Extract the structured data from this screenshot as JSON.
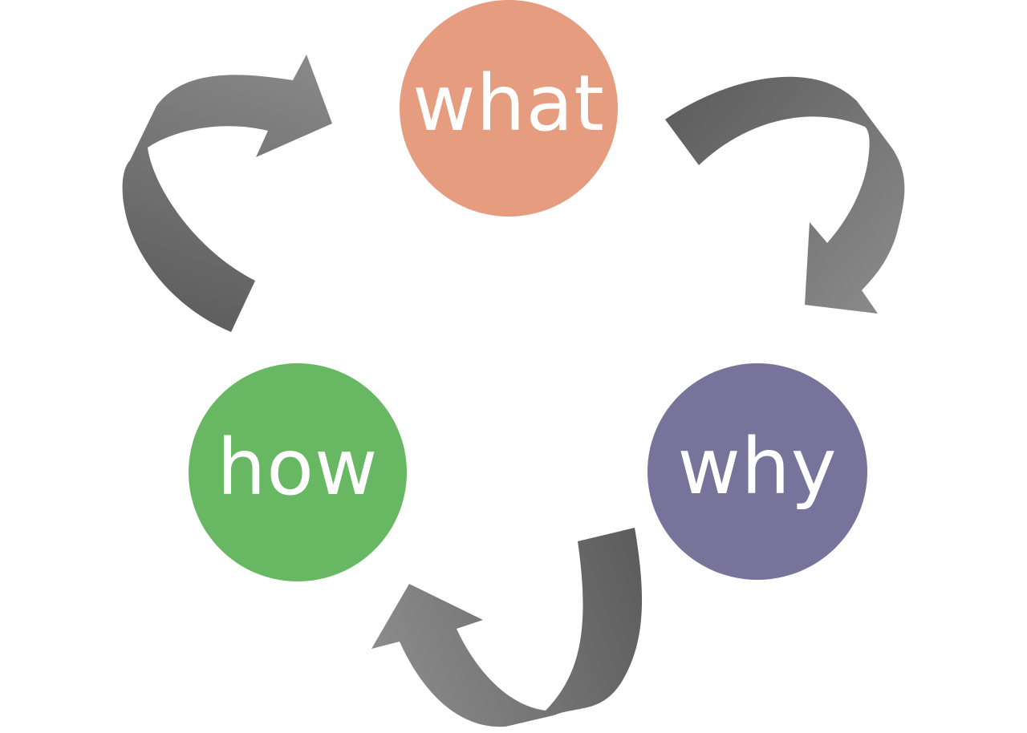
{
  "diagram": {
    "nodes": [
      {
        "id": "what",
        "label": "what",
        "color": "#e69c7f"
      },
      {
        "id": "how",
        "label": "how",
        "color": "#68b863"
      },
      {
        "id": "why",
        "label": "why",
        "color": "#78739b"
      }
    ],
    "arrows": [
      {
        "from": "what",
        "to": "why"
      },
      {
        "from": "why",
        "to": "how"
      },
      {
        "from": "how",
        "to": "what"
      }
    ],
    "colors": {
      "arrow_dark": "#5f5f5f",
      "arrow_light": "#8a8a8a",
      "background": "#ffffff"
    }
  }
}
